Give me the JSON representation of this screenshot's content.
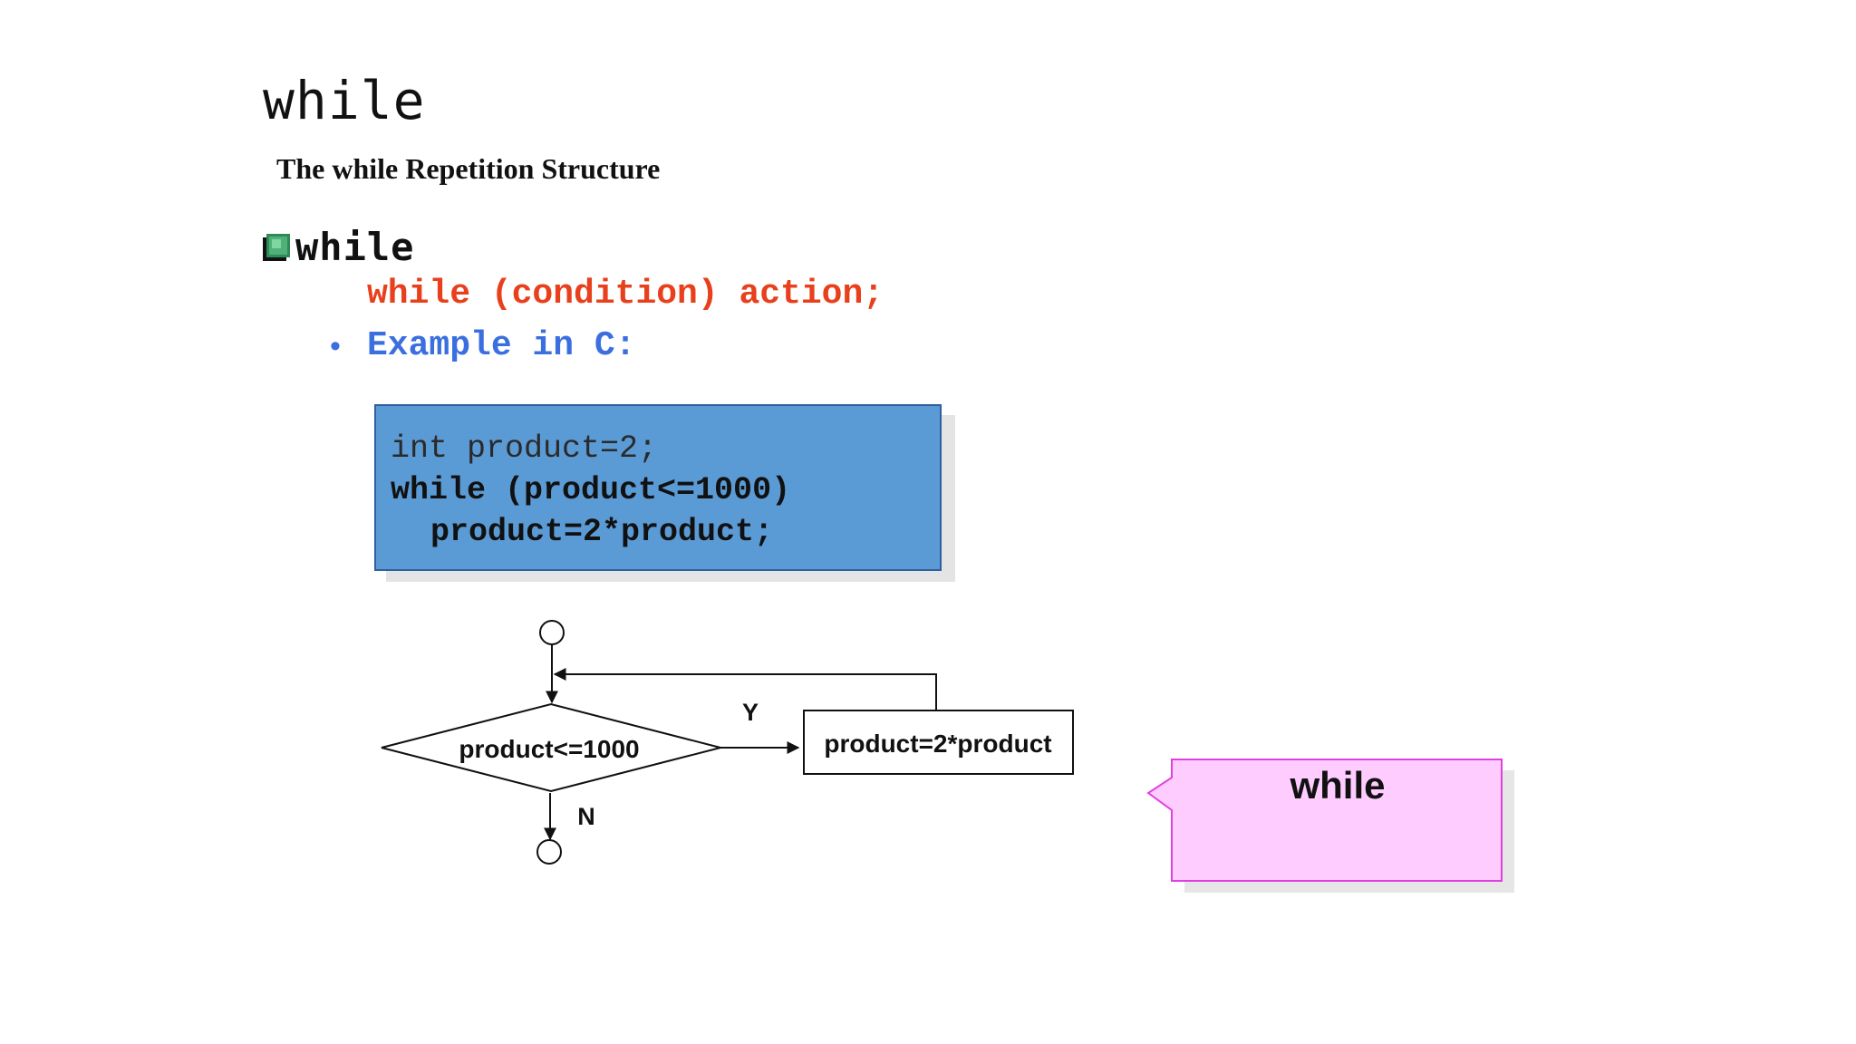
{
  "title": "while",
  "subtitle": "The while Repetition Structure",
  "bullet": {
    "text": "while",
    "icon": "green-square-bullet-icon"
  },
  "syntax": "while (condition) action;",
  "example_label": "Example in C:",
  "example_bullet": "•",
  "code": {
    "line1": "int product=2;",
    "line2": "while (product<=1000)",
    "line3": "product=2*product;"
  },
  "flowchart": {
    "condition": "product<=1000",
    "action": "product=2*product",
    "yes_label": "Y",
    "no_label": "N"
  },
  "callout": {
    "text": "while"
  },
  "colors": {
    "syntax": "#e8401c",
    "example": "#3b6fe0",
    "code_box": "#5b9bd5",
    "callout_fill": "#ffccff",
    "callout_border": "#e040e0"
  }
}
